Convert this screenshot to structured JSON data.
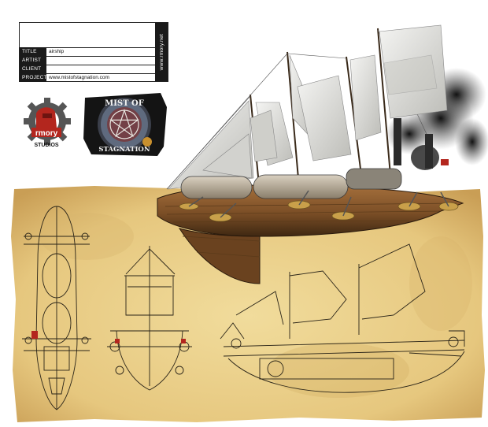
{
  "title_block": {
    "rows": [
      {
        "label": "TITLE",
        "value": "airship"
      },
      {
        "label": "ARTIST",
        "value": ""
      },
      {
        "label": "CLIENT",
        "value": ""
      },
      {
        "label": "PROJECT",
        "value": "www.mistofstagnation.com"
      }
    ],
    "side_text": "www.rmory.net"
  },
  "logos": {
    "rmory_name": "rmory",
    "rmory_sub": "STUDIOS",
    "mist_line1": "MIST OF",
    "mist_line2": "STAGNATION"
  },
  "colors": {
    "parchment": "#e9cf8a",
    "parchment_dark": "#c9a560",
    "ink": "#2a2418",
    "hull": "#8a5a2e",
    "sail": "#e4e4e0",
    "rmory_red": "#b3261e",
    "smoke": "#1c1c1c"
  }
}
